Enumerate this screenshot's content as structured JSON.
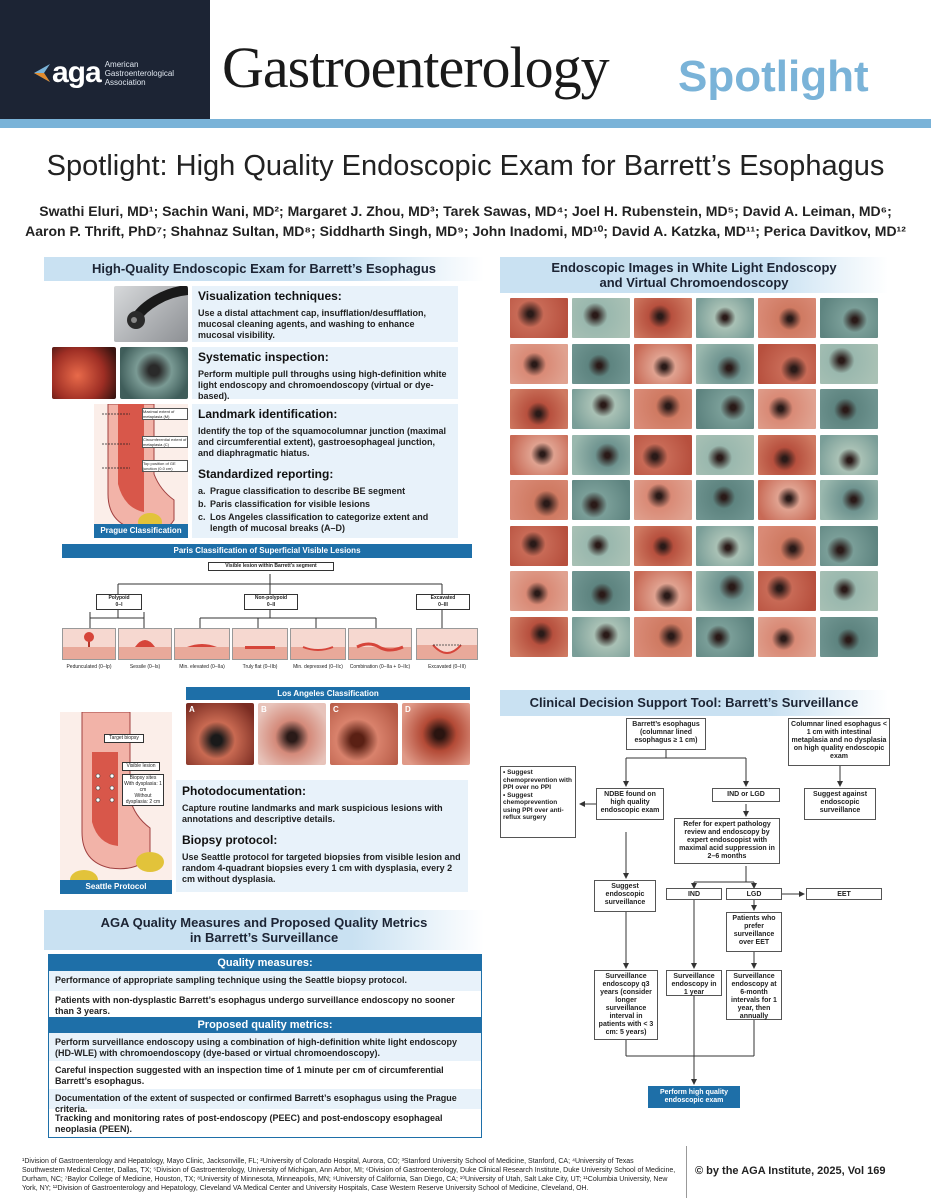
{
  "header": {
    "logo_word": "aga",
    "logo_sub": [
      "American",
      "Gastroenterological",
      "Association"
    ],
    "masthead_title": "Gastroenterology",
    "masthead_accent": "Spotlight"
  },
  "title": "Spotlight: High Quality Endoscopic Exam for Barrett’s Esophagus",
  "authors": [
    "Swathi Eluri, MD¹; Sachin Wani, MD²; Margaret J. Zhou, MD³; Tarek Sawas, MD⁴; Joel H. Rubenstein, MD⁵; David A. Leiman, MD⁶;",
    "Aaron P. Thrift, PhD⁷; Shahnaz Sultan, MD⁸; Siddharth Singh, MD⁹; John Inadomi, MD¹⁰; David A. Katzka, MD¹¹; Perica Davitkov, MD¹²"
  ],
  "left": {
    "banner": "High-Quality Endoscopic Exam for Barrett’s Esophagus",
    "visualization": {
      "heading": "Visualization techniques:",
      "text": "Use a distal attachment cap, insufflation/desufflation, mucosal cleaning agents, and washing to enhance mucosal visibility."
    },
    "inspection": {
      "heading": "Systematic inspection:",
      "text": "Perform multiple pull throughs using high-definition white light endoscopy and chromoendoscopy (virtual or dye-based)."
    },
    "landmark": {
      "heading": "Landmark identification:",
      "text": "Identify the top of the squamocolumnar junction (maximal and circumferential extent), gastroesophageal junction, and diaphragmatic hiatus."
    },
    "reporting": {
      "heading": "Standardized reporting:",
      "items": [
        {
          "marker": "a.",
          "text": "Prague classification to describe BE segment"
        },
        {
          "marker": "b.",
          "text": "Paris classification for visible lesions"
        },
        {
          "marker": "c.",
          "text": "Los Angeles classification to categorize extent and length of mucosal breaks (A–D)"
        }
      ]
    },
    "prague_label": "Prague Classification",
    "prague_notes": [
      "Maximal extent of metaplasia (M)",
      "Circumferential extent of metaplasia (C)",
      "Top position of GE junction (0.0 cm)"
    ],
    "paris": {
      "title": "Paris Classification of Superficial Visible Lesions",
      "root": "Visible lesion within Barrett’s segment",
      "groups": [
        {
          "name": "Polypoid",
          "code": "0–I"
        },
        {
          "name": "Non-polypoid",
          "code": "0–II"
        },
        {
          "name": "Excavated",
          "code": "0–III"
        }
      ],
      "types": [
        "Pedunculated (0–Ip)",
        "Sessile (0–Is)",
        "Min. elevated (0–IIa)",
        "Truly flat (0–IIb)",
        "Min. depressed (0–IIc)",
        "Combination (0–IIa + 0–IIc)",
        "Excavated (0–III)"
      ]
    },
    "la": {
      "title": "Los Angeles Classification",
      "grades": [
        "A",
        "B",
        "C",
        "D"
      ]
    },
    "seattle_label": "Seattle Protocol",
    "seattle_notes": [
      "Target biopsy",
      "Visible lesion",
      "Biopsy sites",
      "With dysplasia: 1 cm",
      "Without dysplasia: 2 cm"
    ],
    "photodoc": {
      "heading": "Photodocumentation:",
      "text": "Capture routine landmarks and mark suspicious lesions with annotations and descriptive details."
    },
    "biopsy": {
      "heading": "Biopsy protocol:",
      "text": "Use Seattle protocol for targeted biopsies from visible lesion and random 4-quadrant biopsies every 1 cm with dysplasia, every 2 cm without dysplasia."
    }
  },
  "quality": {
    "banner_line1": "AGA Quality Measures and Proposed Quality Metrics",
    "banner_line2": "in Barrett’s Surveillance",
    "measures_heading": "Quality measures:",
    "measures": [
      "Performance of appropriate sampling technique using the Seattle biopsy protocol.",
      "Patients with non-dysplastic Barrett’s esophagus undergo surveillance endoscopy no sooner than 3 years."
    ],
    "metrics_heading": "Proposed quality metrics:",
    "metrics": [
      "Perform surveillance endoscopy using a combination of high-definition white light endoscopy (HD-WLE) with chromoendoscopy (dye-based or virtual chromoendoscopy).",
      "Careful inspection suggested with an inspection time of 1 minute per cm of circumferential Barrett’s esophagus.",
      "Documentation of the extent of suspected or confirmed Barrett’s esophagus using the Prague criteria.",
      "Tracking and monitoring rates of post-endoscopy (PEEC) and post-endoscopy esophageal neoplasia (PEEN)."
    ]
  },
  "right": {
    "images_banner_line1": "Endoscopic Images in White Light Endoscopy",
    "images_banner_line2": "and Virtual Chromoendoscopy",
    "cds_banner": "Clinical Decision Support Tool: Barrett’s Surveillance",
    "flow": {
      "be": "Barrett’s esophagus (columnar lined esophagus ≥ 1 cm)",
      "cle": "Columnar lined esophagus < 1 cm with intestinal metaplasia and no dysplasia on high quality endoscopic exam",
      "chemo1": "Suggest chemoprevention with PPI over no PPI",
      "chemo2": "Suggest chemoprevention using PPI over anti-reflux surgery",
      "ndbe": "NDBE found on high quality endoscopic exam",
      "ind_lgd": "IND or LGD",
      "against": "Suggest against endoscopic surveillance",
      "refer": "Refer for expert pathology review and endoscopy by expert endoscopist with maximal acid suppression in 2–6 months",
      "suggest_surv": "Suggest endoscopic surveillance",
      "ind": "IND",
      "lgd": "LGD",
      "eet": "EET",
      "prefer": "Patients who prefer surveillance over EET",
      "q3": "Surveillance endoscopy q3 years (consider longer surveillance interval in patients with < 3 cm: 5 years)",
      "one_year": "Surveillance endoscopy in 1 year",
      "six_month": "Surveillance endoscopy at 6-month intervals for 1 year, then annually",
      "perform": "Perform high quality endoscopic exam"
    }
  },
  "footer": {
    "affiliations": "¹Division of Gastroenterology and Hepatology, Mayo Clinic, Jacksonville, FL; ²University of Colorado Hospital, Aurora, CO; ³Stanford University School of Medicine, Stanford, CA; ⁴University of Texas Southwestern Medical Center, Dallas, TX; ⁵Division of Gastroenterology, University of Michigan, Ann Arbor, MI; ⁶Division of Gastroenterology, Duke Clinical Research Institute, Duke University School of Medicine, Durham, NC; ⁷Baylor College of Medicine, Houston, TX; ⁸University of Minnesota, Minneapolis, MN; ⁹University of California, San Diego, CA; ¹⁰University of Utah, Salt Lake City, UT; ¹¹Columbia University, New York, NY; ¹²Division of Gastroenterology and Hepatology, Cleveland VA Medical Center and University Hospitals, Case Western Reserve University School of Medicine, Cleveland, OH.",
    "copyright": "© by the AGA Institute, 2025, Vol 169"
  },
  "colors": {
    "navy": "#1c2434",
    "accent": "#7ab3d8",
    "blue": "#1e6fa8",
    "panel": "#e8f2fa",
    "tissue": "#c8604a"
  }
}
